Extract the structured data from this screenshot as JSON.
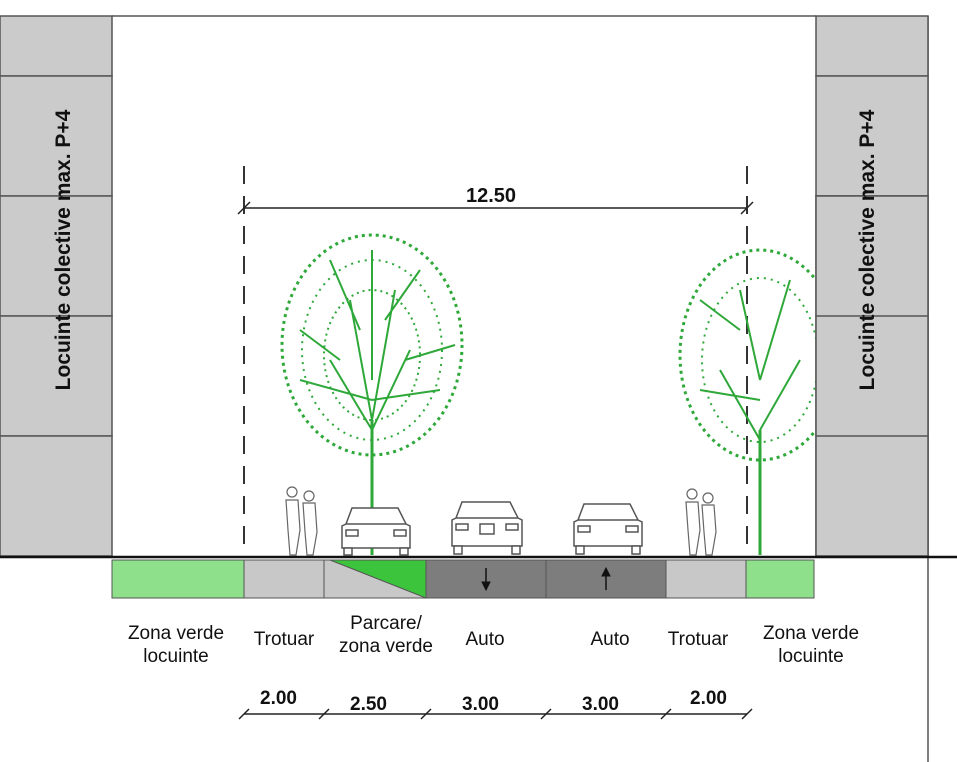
{
  "section": {
    "total_width": "12.50",
    "buildings": {
      "left_label": "Locuinte colective max. P+4",
      "right_label": "Locuinte colective max. P+4"
    },
    "zones": [
      {
        "id": "left-green",
        "label": "Zona verde\nlocuinte",
        "color": "#8ee08a"
      },
      {
        "id": "left-sidewalk",
        "label": "Trotuar",
        "color": "#c8c8c8"
      },
      {
        "id": "parking",
        "label": "Parcare/\nzona verde",
        "color": "#3cc43c"
      },
      {
        "id": "lane-1",
        "label": "Auto",
        "color": "#7d7d7d",
        "direction": "down"
      },
      {
        "id": "lane-2",
        "label": "Auto",
        "color": "#7d7d7d",
        "direction": "up"
      },
      {
        "id": "right-sidewalk",
        "label": "Trotuar",
        "color": "#c8c8c8"
      },
      {
        "id": "right-green",
        "label": "Zona verde\nlocuinte",
        "color": "#8ee08a"
      }
    ],
    "dimensions": [
      "2.00",
      "2.50",
      "3.00",
      "3.00",
      "2.00"
    ],
    "colors": {
      "tree": "#2fa83a",
      "building": "#cbcbcb",
      "outline": "#333333"
    }
  }
}
